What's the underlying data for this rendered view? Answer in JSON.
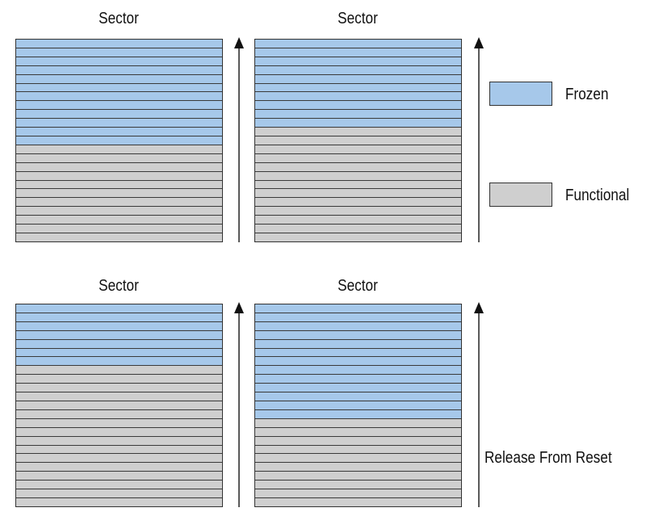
{
  "sectors": [
    {
      "title": "Sector",
      "rows": 23,
      "frozen_rows": 12
    },
    {
      "title": "Sector",
      "rows": 23,
      "frozen_rows": 10
    },
    {
      "title": "Sector",
      "rows": 23,
      "frozen_rows": 7
    },
    {
      "title": "Sector",
      "rows": 23,
      "frozen_rows": 13
    }
  ],
  "legend": {
    "frozen": {
      "label": "Frozen",
      "color": "#a6c8ea"
    },
    "functional": {
      "label": "Functional",
      "color": "#cfcfcf"
    }
  },
  "release_label": "Release From Reset"
}
